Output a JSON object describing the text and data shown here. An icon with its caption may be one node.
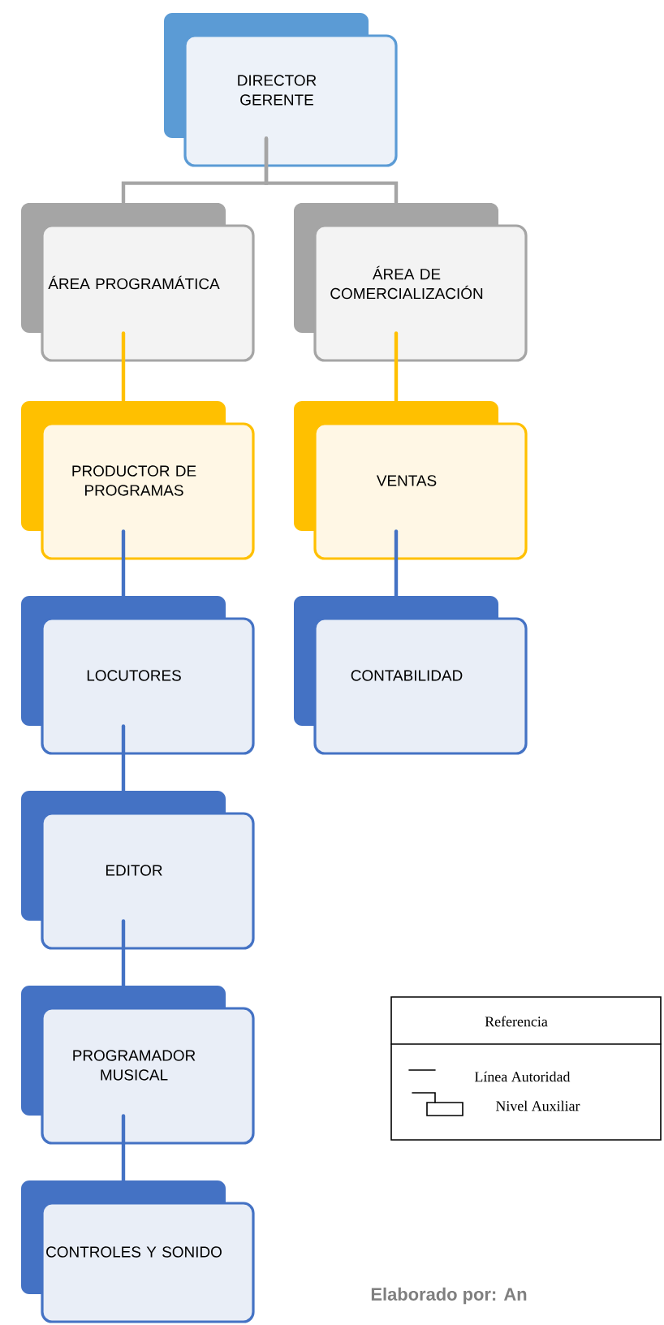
{
  "diagram": {
    "nodes": [
      {
        "text": [
          "DIRECTOR GERENTE"
        ]
      },
      {
        "text": [
          "ÁREA PROGRAMÁTICA"
        ]
      },
      {
        "text": [
          "ÁREA DE COMERCIALIZACIÓN"
        ]
      },
      {
        "text": [
          "PRODUCTOR DE PROGRAMAS"
        ]
      },
      {
        "text": [
          "VENTAS"
        ]
      },
      {
        "text": [
          "LOCUTORES"
        ]
      },
      {
        "text": [
          "CONTABILIDAD"
        ]
      },
      {
        "text": [
          "EDITOR"
        ]
      },
      {
        "text": [
          "PROGRAMADOR MUSICAL"
        ]
      },
      {
        "text": [
          "CONTROLES Y SONIDO"
        ]
      }
    ],
    "edges": [
      {
        "from": 0,
        "to": 1,
        "arrow": "none",
        "color": "#a5a5a5"
      },
      {
        "from": 0,
        "to": 2,
        "arrow": "none",
        "color": "#a5a5a5"
      },
      {
        "from": 1,
        "to": 3,
        "arrow": "none",
        "color": "#ffc000"
      },
      {
        "from": 2,
        "to": 4,
        "arrow": "none",
        "color": "#ffc000"
      },
      {
        "from": 3,
        "to": 5,
        "arrow": "none"
      },
      {
        "from": 4,
        "to": 6,
        "arrow": "none"
      },
      {
        "from": 5,
        "to": 7,
        "arrow": "none"
      },
      {
        "from": 7,
        "to": 8,
        "arrow": "none"
      },
      {
        "from": 8,
        "to": 9,
        "arrow": "none"
      }
    ],
    "labels": [
      "Referencia",
      "Elaborado por: An"
    ],
    "legend": [
      {
        "text": "Línea Autoridad"
      },
      {
        "text": "Nivel Auxiliar"
      }
    ]
  }
}
